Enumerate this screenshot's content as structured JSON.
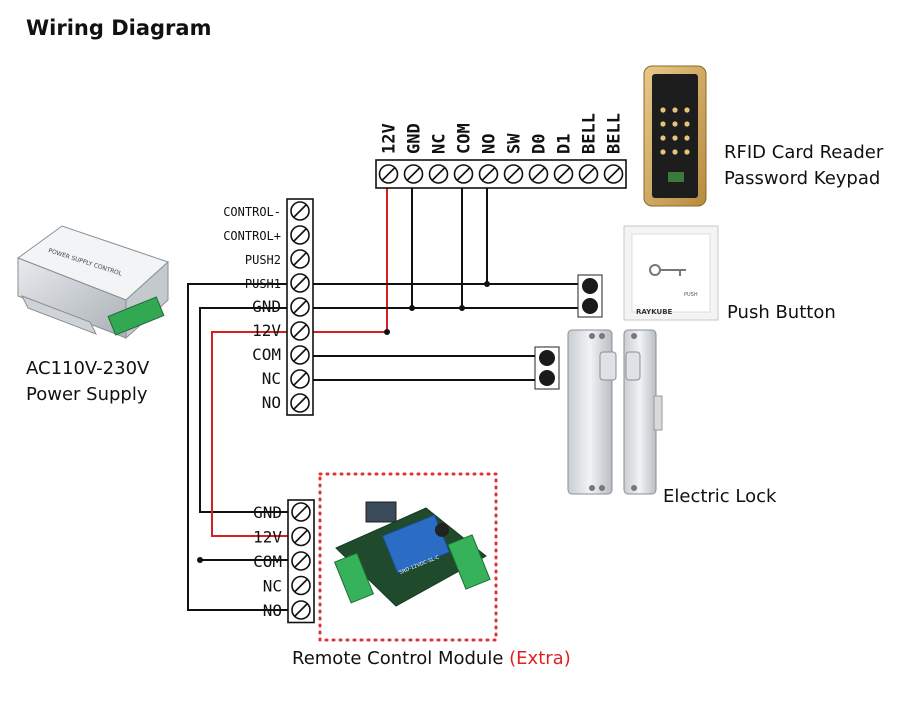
{
  "title": "Wiring Diagram",
  "colors": {
    "wire_black": "#111111",
    "wire_red": "#d42020",
    "dotted_border": "#e53030"
  },
  "reader": {
    "terminals": [
      "12V",
      "GND",
      "NC",
      "COM",
      "NO",
      "SW",
      "D0",
      "D1",
      "BELL",
      "BELL"
    ],
    "label_line1": "RFID Card Reader",
    "label_line2": "Password Keypad"
  },
  "controller": {
    "terminals": [
      "CONTROL-",
      "CONTROL+",
      "PUSH2",
      "PUSH1",
      "GND",
      "12V",
      "COM",
      "NC",
      "NO"
    ]
  },
  "power_supply": {
    "label_line1": "AC110V-230V",
    "label_line2": "Power Supply",
    "device_text": "POWER SUPPLY CONTROL"
  },
  "push_button": {
    "label": "Push Button",
    "brand": "RAYKUBE",
    "text": "PUSH"
  },
  "electric_lock": {
    "label": "Electric Lock"
  },
  "remote_module": {
    "terminals": [
      "GND",
      "12V",
      "COM",
      "NC",
      "NO"
    ],
    "label": "Remote Control Module",
    "label_extra": "(Extra)",
    "relay_text": "SRD-12VDC-SL-C"
  }
}
